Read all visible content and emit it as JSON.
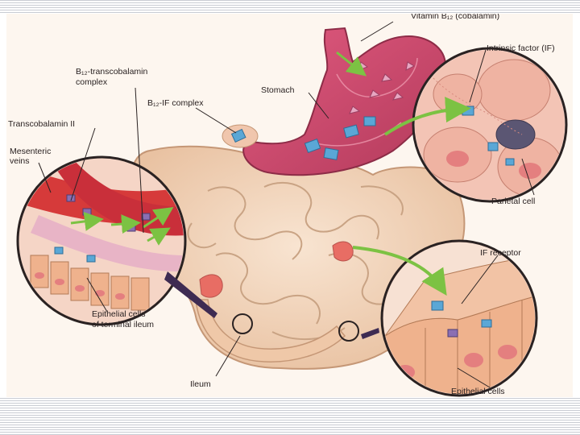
{
  "labels": {
    "vitamin_b12": "Vitamin B₁₂ (cobalamin)",
    "intrinsic_factor": "Intrinsic factor (IF)",
    "stomach": "Stomach",
    "parietal_cell": "Parietal cell",
    "b12_tc_complex_line1": "B₁₂-transcobalamin",
    "b12_tc_complex_line2": "complex",
    "b12_if_complex": "B₁₂-IF complex",
    "transcobalamin_ii": "Transcobalamin II",
    "mesenteric_line1": "Mesenteric",
    "mesenteric_line2": "veins",
    "epithelial_terminal_line1": "Epithelial cells",
    "epithelial_terminal_line2": "of terminal ileum",
    "ileum": "Ileum",
    "if_receptor": "IF receptor",
    "epithelial_cells": "Epithelial cells"
  },
  "colors": {
    "stomach": "#c9476a",
    "intestine": "#f3d7bd",
    "cell": "#f2b9a0",
    "vein": "#d63a3a",
    "arrow_green": "#7cc243",
    "complex_blue": "#5aa7d6",
    "b12_pink": "#e7a6c1"
  }
}
